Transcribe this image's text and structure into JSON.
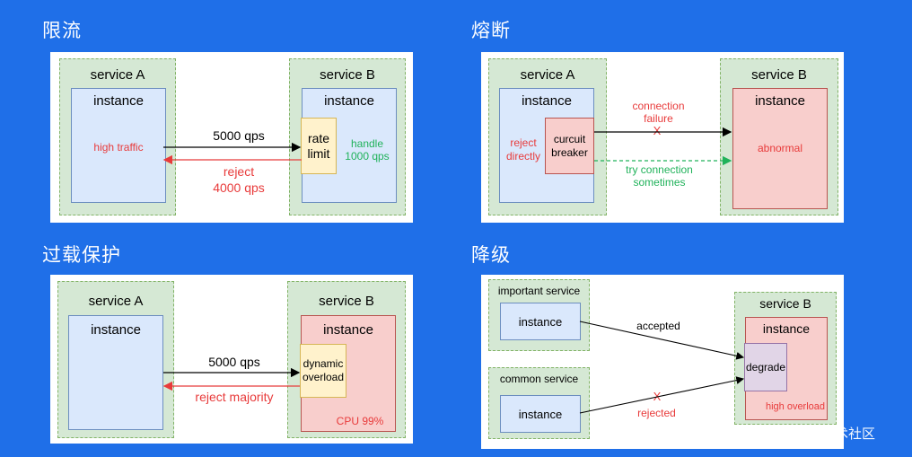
{
  "titles": {
    "rate_limit": "限流",
    "circuit_breaker": "熔断",
    "overload": "过载保护",
    "degrade": "降级"
  },
  "rate_limit": {
    "service_a": "service A",
    "service_b": "service B",
    "instance_a": "instance",
    "instance_b": "instance",
    "high_traffic": "high traffic",
    "qps": "5000 qps",
    "limiter_line1": "rate",
    "limiter_line2": "limit",
    "handle_line1": "handle",
    "handle_line2": "1000 qps",
    "reject_line1": "reject",
    "reject_line2": "4000 qps"
  },
  "circuit_breaker": {
    "service_a": "service A",
    "service_b": "service B",
    "instance_a": "instance",
    "instance_b": "instance",
    "reject_line1": "reject",
    "reject_line2": "directly",
    "breaker_line1": "curcuit",
    "breaker_line2": "breaker",
    "failure_line1": "connection",
    "failure_line2": "failure",
    "failure_mark": "X",
    "abnormal": "abnormal",
    "try_line1": "try connection",
    "try_line2": "sometimes"
  },
  "overload": {
    "service_a": "service A",
    "service_b": "service B",
    "instance_a": "instance",
    "instance_b": "instance",
    "qps": "5000 qps",
    "dyn_line1": "dynamic",
    "dyn_line2": "overload",
    "reject": "reject majority",
    "cpu": "CPU 99%"
  },
  "degrade": {
    "important_service": "important service",
    "common_service": "common service",
    "instance_important": "instance",
    "instance_common": "instance",
    "service_b": "service B",
    "instance_b": "instance",
    "degrade_box": "degrade",
    "high_overload": "high overload",
    "accepted": "accepted",
    "rejected": "rejected",
    "rejected_mark": "X"
  },
  "watermark": "@稀土掘金技术社区",
  "colors": {
    "background": "#1f6fe8",
    "green_fill": "#d5e8d4",
    "blue_fill": "#dae8fc",
    "red_fill": "#f8cecc",
    "yellow_fill": "#fff2cc",
    "purple_fill": "#e1d5e7",
    "red_text": "#e83b3b",
    "green_text": "#20b25a"
  }
}
